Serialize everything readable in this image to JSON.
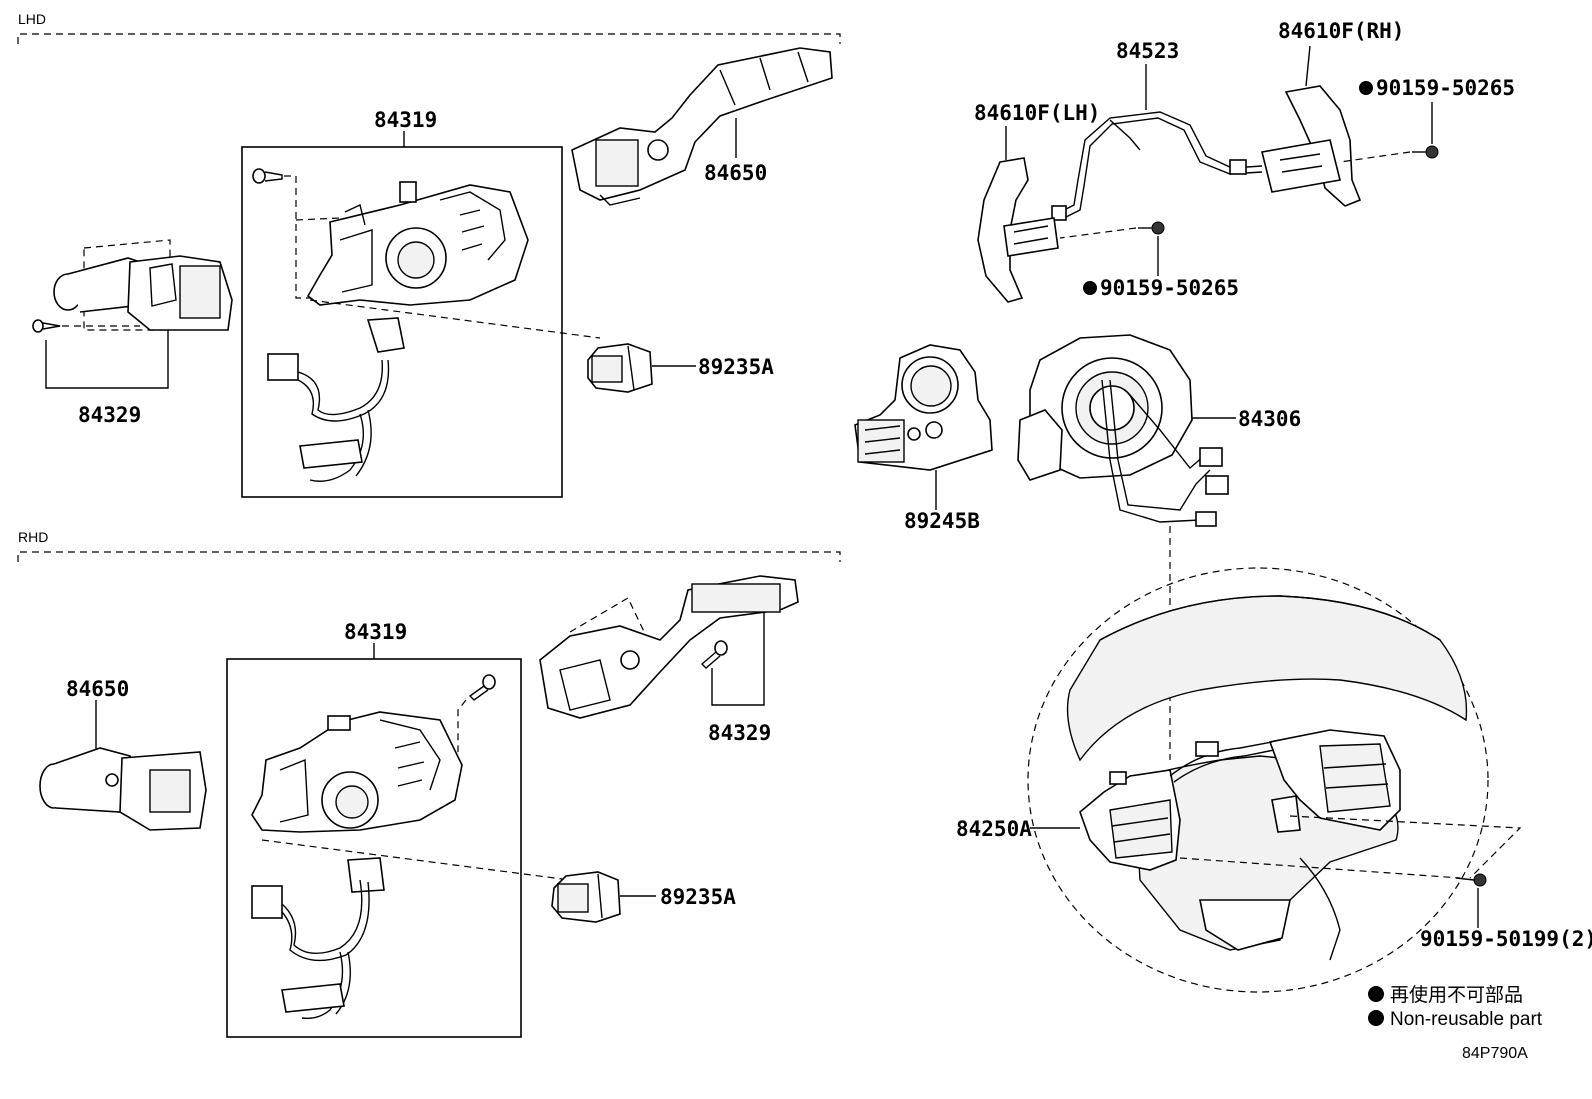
{
  "sections": {
    "lhd": "LHD",
    "rhd": "RHD"
  },
  "labels": {
    "lhd_84319": "84319",
    "lhd_84650": "84650",
    "lhd_84329": "84329",
    "lhd_89235a": "89235A",
    "rhd_84319": "84319",
    "rhd_84650": "84650",
    "rhd_84329": "84329",
    "rhd_89235a": "89235A",
    "paddle_rh": "84610F(RH)",
    "paddle_lh": "84610F(LH)",
    "harness": "84523",
    "screw_rh": "90159-50265",
    "screw_lh": "90159-50265",
    "spiral_cable": "84306",
    "sensor": "89245B",
    "switch_assy": "84250A",
    "wheel_screw": "90159-50199(2)"
  },
  "legend": {
    "japanese": "再使用不可部品",
    "english": "Non-reusable part"
  },
  "diagram_code": "84P790A"
}
